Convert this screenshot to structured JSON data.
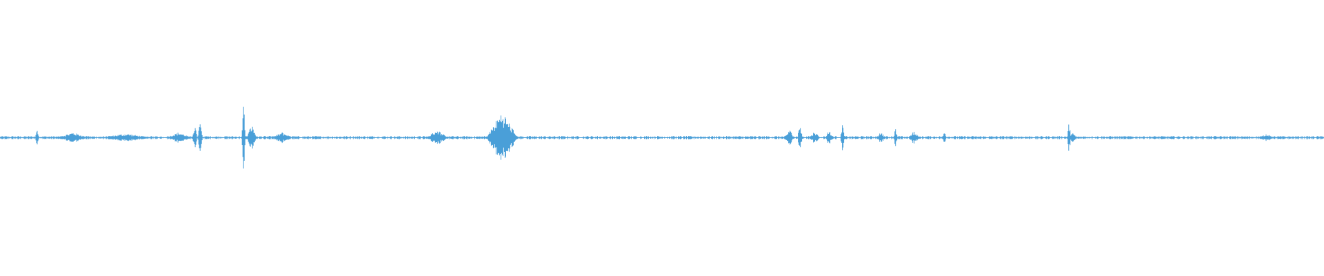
{
  "waveform": {
    "color": "#4a9fd8",
    "background": "#ffffff",
    "baseline_amplitude": 0.012,
    "samples": 1920,
    "bursts": [
      {
        "position": 0.028,
        "amplitude": 0.08,
        "width": 0.0015
      },
      {
        "position": 0.055,
        "amplitude": 0.04,
        "width": 0.012
      },
      {
        "position": 0.095,
        "amplitude": 0.03,
        "width": 0.02
      },
      {
        "position": 0.135,
        "amplitude": 0.04,
        "width": 0.01
      },
      {
        "position": 0.147,
        "amplitude": 0.1,
        "width": 0.002
      },
      {
        "position": 0.151,
        "amplitude": 0.12,
        "width": 0.002
      },
      {
        "position": 0.184,
        "amplitude": 0.28,
        "width": 0.0015
      },
      {
        "position": 0.19,
        "amplitude": 0.1,
        "width": 0.004
      },
      {
        "position": 0.213,
        "amplitude": 0.04,
        "width": 0.008
      },
      {
        "position": 0.33,
        "amplitude": 0.06,
        "width": 0.008
      },
      {
        "position": 0.379,
        "amplitude": 0.2,
        "width": 0.012
      },
      {
        "position": 0.596,
        "amplitude": 0.06,
        "width": 0.004
      },
      {
        "position": 0.604,
        "amplitude": 0.12,
        "width": 0.002
      },
      {
        "position": 0.615,
        "amplitude": 0.05,
        "width": 0.004
      },
      {
        "position": 0.626,
        "amplitude": 0.06,
        "width": 0.003
      },
      {
        "position": 0.636,
        "amplitude": 0.12,
        "width": 0.0015
      },
      {
        "position": 0.665,
        "amplitude": 0.04,
        "width": 0.004
      },
      {
        "position": 0.676,
        "amplitude": 0.08,
        "width": 0.0015
      },
      {
        "position": 0.69,
        "amplitude": 0.05,
        "width": 0.004
      },
      {
        "position": 0.713,
        "amplitude": 0.06,
        "width": 0.0015
      },
      {
        "position": 0.807,
        "amplitude": 0.12,
        "width": 0.0015
      },
      {
        "position": 0.81,
        "amplitude": 0.04,
        "width": 0.003
      },
      {
        "position": 0.956,
        "amplitude": 0.03,
        "width": 0.006
      }
    ]
  }
}
